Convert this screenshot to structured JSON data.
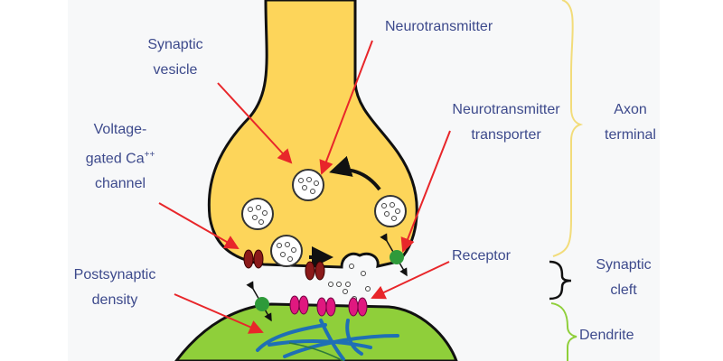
{
  "labels": {
    "neurotransmitter": "Neurotransmitter",
    "synaptic_vesicle": [
      "Synaptic",
      "vesicle"
    ],
    "voltage_gated": [
      "Voltage-",
      "gated Ca",
      "++",
      "channel"
    ],
    "transporter": [
      "Neurotransmitter",
      "transporter"
    ],
    "axon_terminal": [
      "Axon",
      "terminal"
    ],
    "receptor": "Receptor",
    "postsynaptic_density": [
      "Postsynaptic",
      "density"
    ],
    "synaptic_cleft": [
      "Synaptic",
      "cleft"
    ],
    "dendrite": "Dendrite"
  },
  "colors": {
    "axon": "#fdd55a",
    "dendrite": "#8fcf3a",
    "label_text": "#3d4a8c",
    "pointer_arrow": "#e8262a",
    "channel": "#8b1a1a",
    "receptor": "#e0187f",
    "transporter": "#2e9a3a",
    "filament": "#1f6fb5"
  }
}
